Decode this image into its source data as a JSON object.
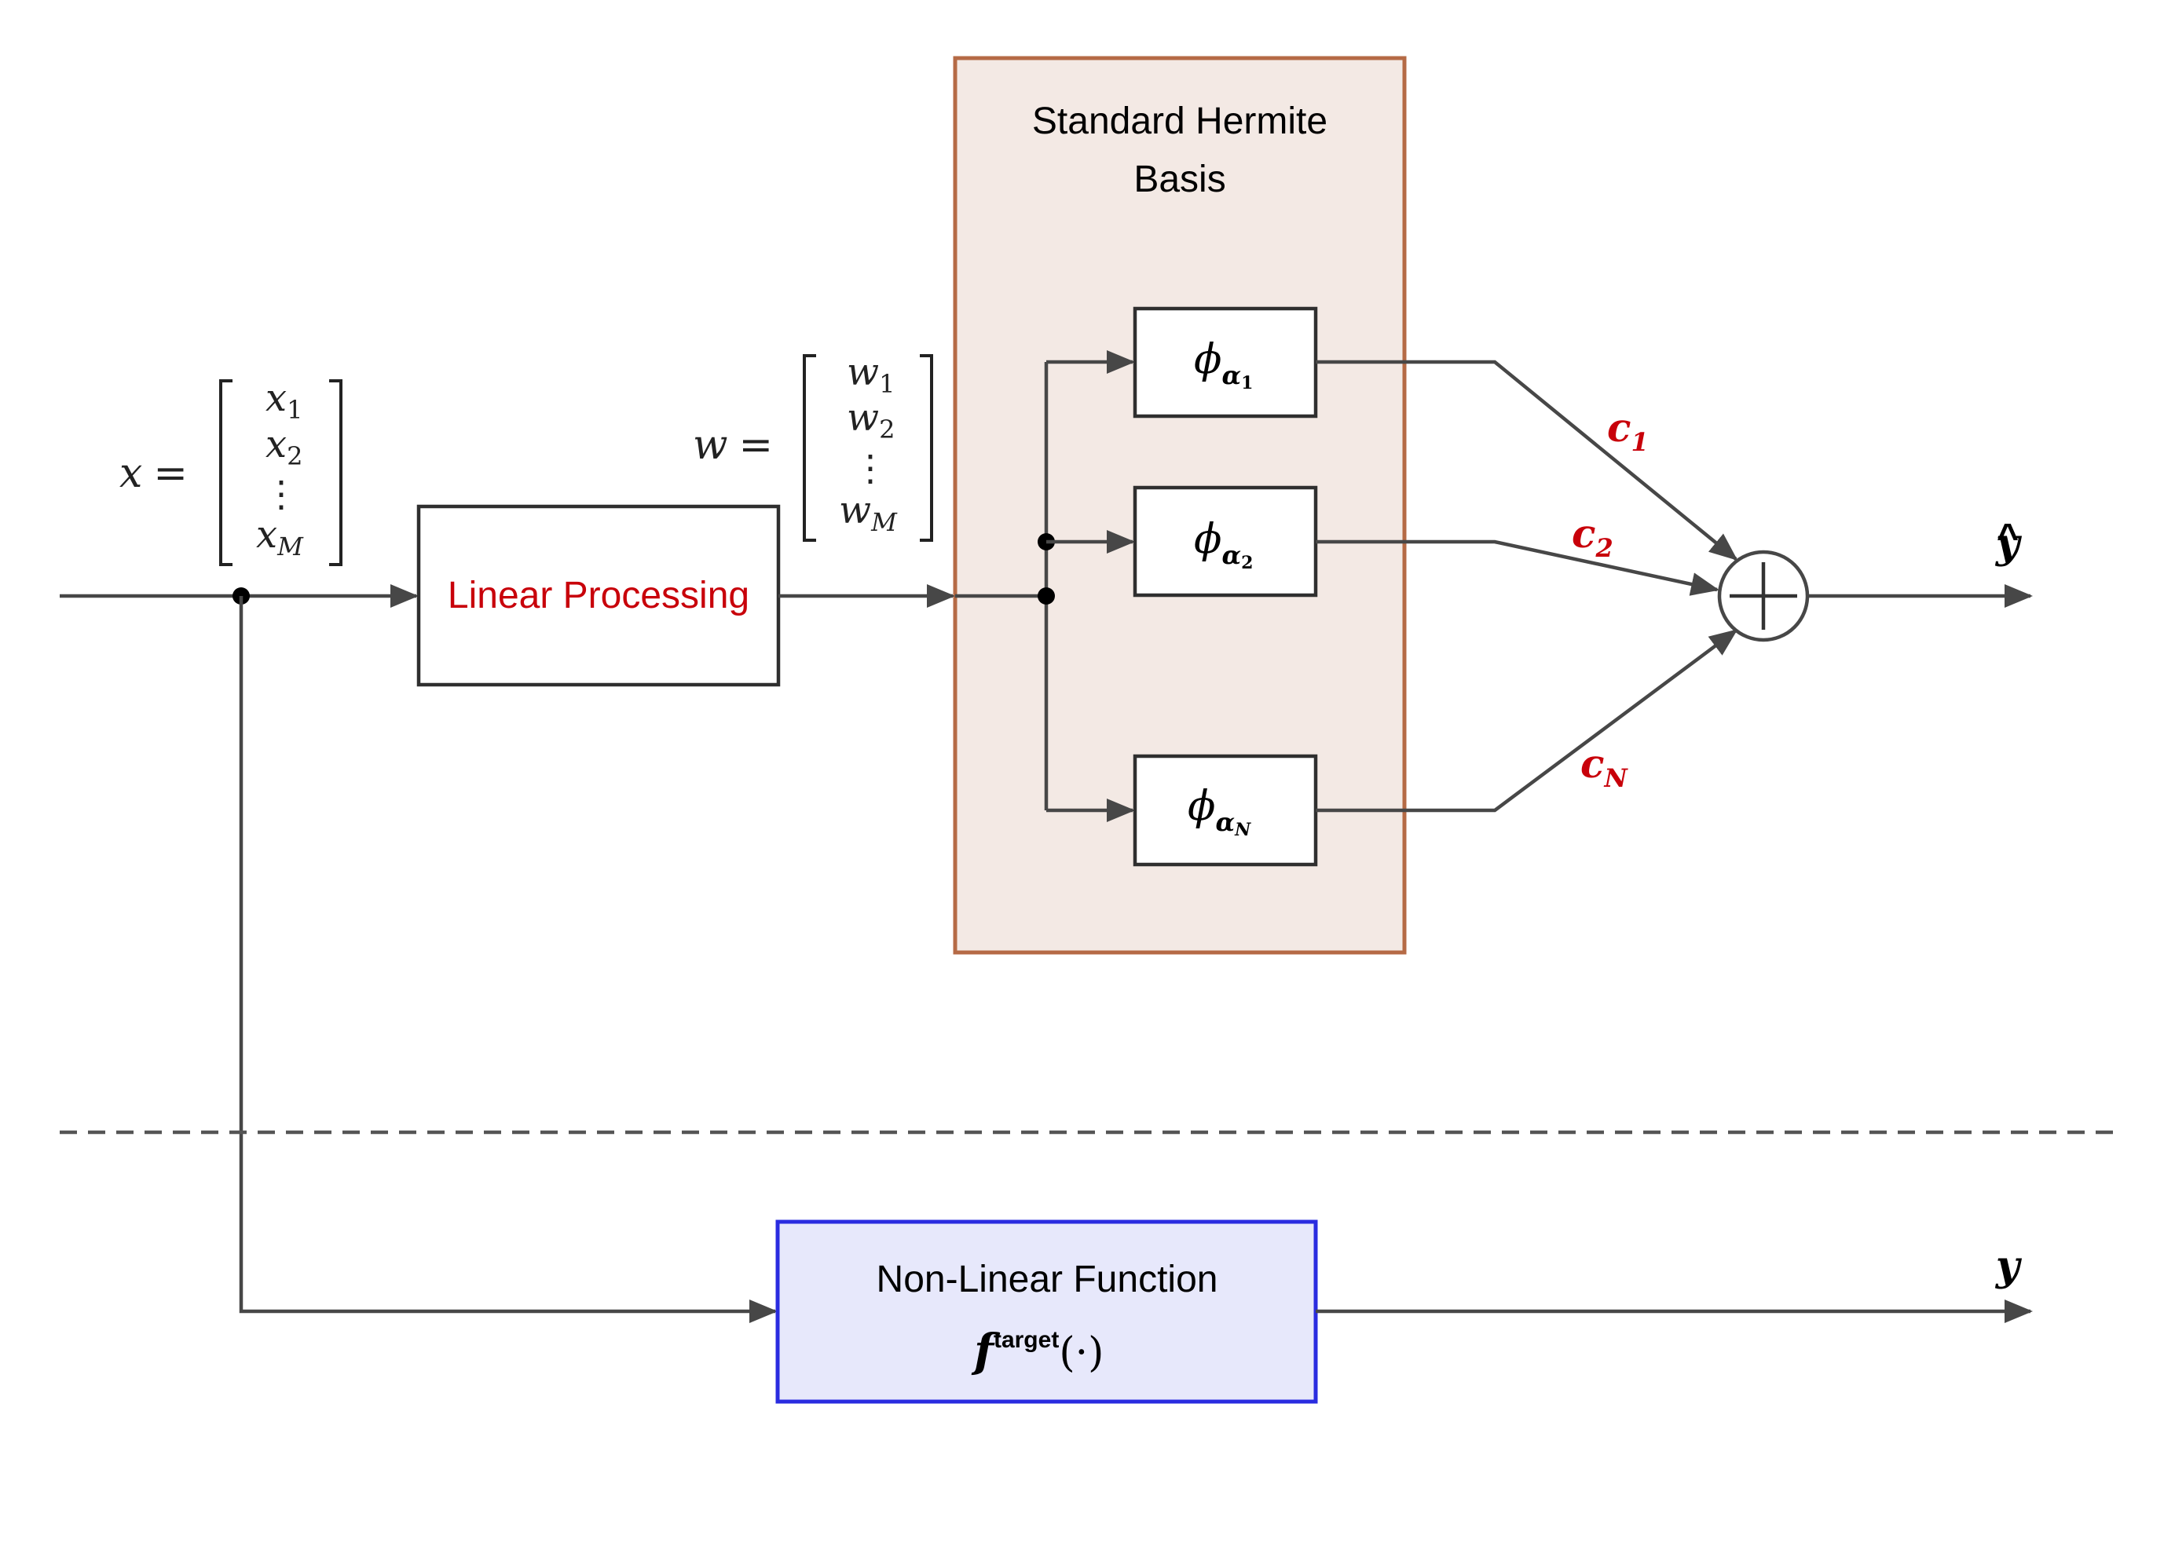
{
  "colors": {
    "wire": "#474747",
    "hermite_fill": "#f3e9e4",
    "hermite_border": "#b56a45",
    "accent_red": "#c8000a",
    "nonlinear_fill": "#e7e8fb",
    "nonlinear_border": "#2a2ce0"
  },
  "input_vector": {
    "lhs": "x",
    "equals": "=",
    "symbol": "x",
    "subscripts": [
      "1",
      "2",
      "M"
    ],
    "vdots": "⋮"
  },
  "weight_vector": {
    "lhs": "w",
    "equals": "=",
    "symbol": "w",
    "subscripts": [
      "1",
      "2",
      "M"
    ],
    "vdots": "⋮"
  },
  "linear_block": {
    "label": "Linear Processing"
  },
  "hermite_block": {
    "title_line1": "Standard Hermite",
    "title_line2": "Basis",
    "basis_symbol": "ϕ",
    "basis_sub": "α",
    "basis_indices": [
      "1",
      "2",
      "N"
    ]
  },
  "coefficients": [
    {
      "symbol": "c",
      "sub": "1"
    },
    {
      "symbol": "c",
      "sub": "2"
    },
    {
      "symbol": "c",
      "sub": "N"
    }
  ],
  "sum_node": {
    "icon": "plus-icon"
  },
  "output_estimate": {
    "symbol": "y",
    "hat": "^"
  },
  "nonlinear_block": {
    "title": "Non-Linear Function",
    "func": "f",
    "superscript": "target",
    "argument": "(·)"
  },
  "output_target": {
    "symbol": "y"
  }
}
